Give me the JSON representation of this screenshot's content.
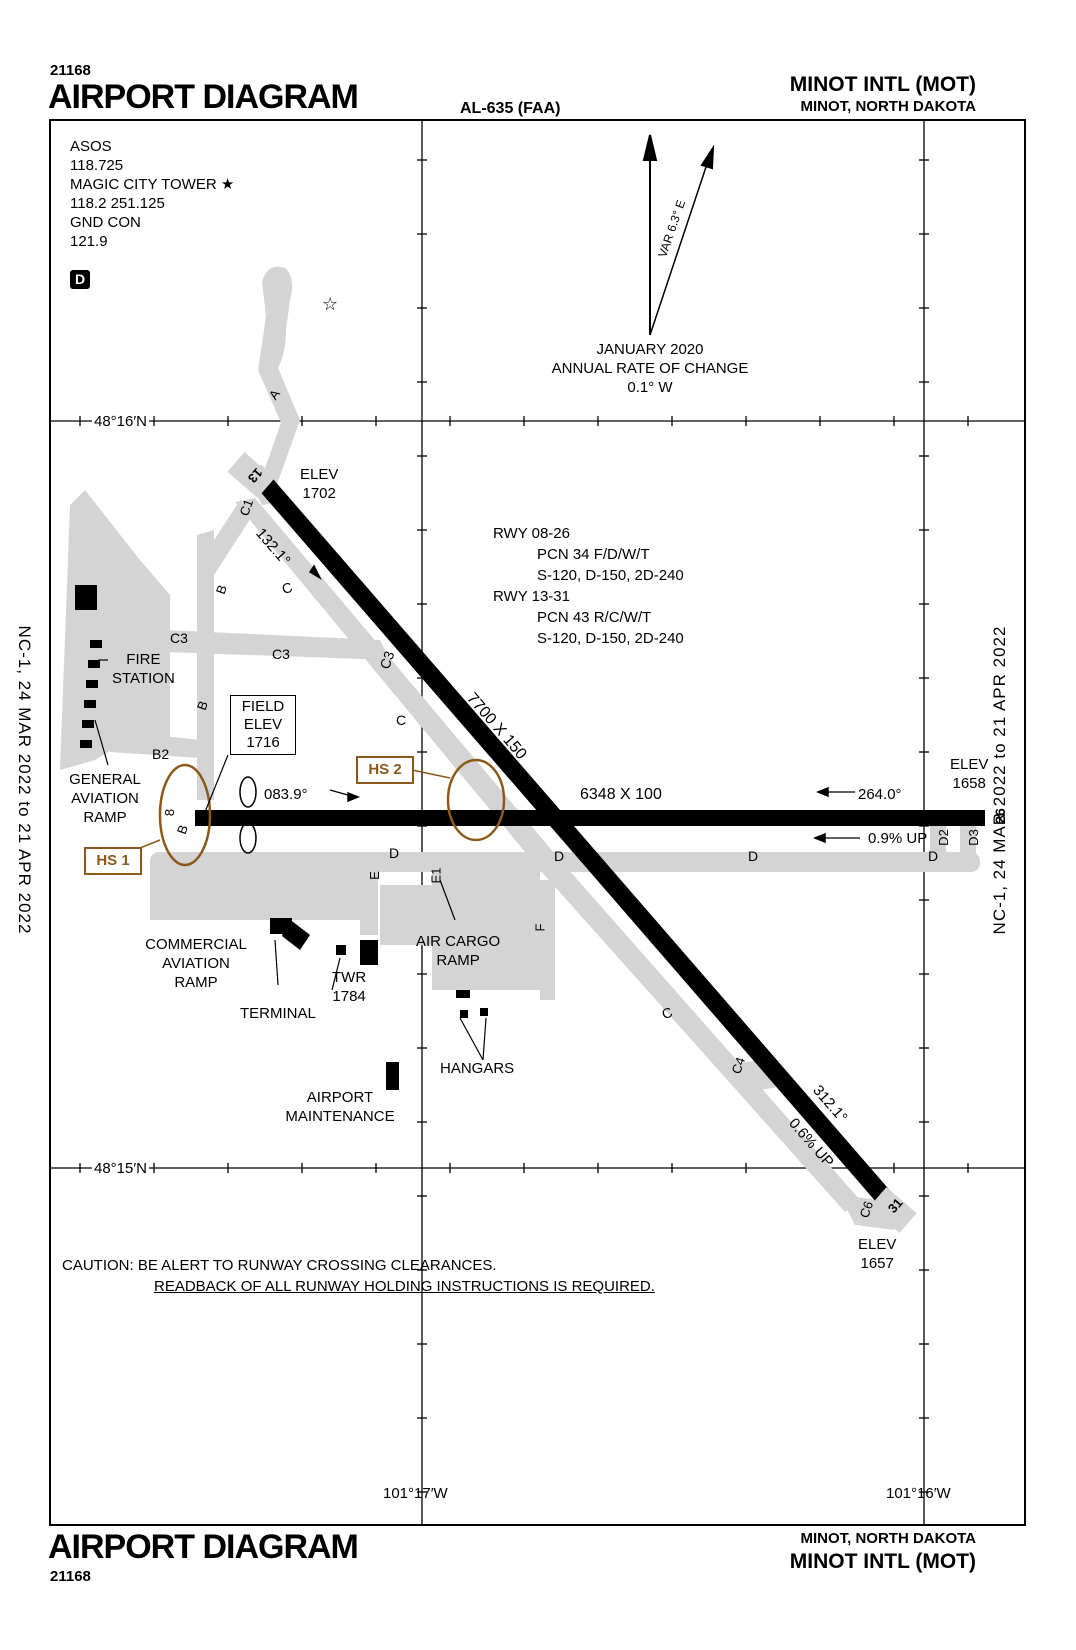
{
  "header": {
    "chart_code": "21168",
    "title": "AIRPORT DIAGRAM",
    "procedure_id": "AL-635 (FAA)",
    "airport_name": "MINOT INTL (MOT)",
    "location": "MINOT, NORTH DAKOTA"
  },
  "footer": {
    "chart_code": "21168",
    "title": "AIRPORT DIAGRAM",
    "airport_name": "MINOT INTL (MOT)",
    "location": "MINOT, NORTH DAKOTA"
  },
  "side_margin": {
    "left": "NC-1, 24 MAR 2022 to 21 APR 2022",
    "right": "NC-1, 24 MAR 2022 to 21 APR 2022"
  },
  "frequencies": {
    "asos_label": "ASOS",
    "asos_freq": "118.725",
    "tower_label": "MAGIC CITY TOWER ★",
    "tower_freq": "118.2 251.125",
    "gnd_label": "GND CON",
    "gnd_freq": "121.9",
    "d_symbol": "D"
  },
  "magnetic": {
    "var_label": "VAR 6.3° E",
    "date": "JANUARY 2020",
    "rate_label": "ANNUAL RATE OF CHANGE",
    "rate": "0.1° W"
  },
  "coordinates": {
    "lat_north": "48°16′N",
    "lat_south": "48°15′N",
    "lon_west": "101°17′W",
    "lon_east": "101°16′W"
  },
  "runways": {
    "rwy13": {
      "end_13": "13",
      "end_31": "31",
      "elev_label": "ELEV",
      "elev_13": "1702",
      "elev_31": "1657",
      "heading": "132.1°",
      "recip_heading": "312.1°",
      "dims": "7700 X 150",
      "gradient": "0.6% UP"
    },
    "rwy08": {
      "end_08": "8",
      "end_26": "26",
      "elev_26": "1658",
      "heading": "083.9°",
      "recip_heading": "264.0°",
      "dims": "6348 X 100",
      "gradient": "0.9% UP"
    }
  },
  "runway_info": {
    "rwy1_label": "RWY 08-26",
    "rwy1_pcn": "PCN 34 F/D/W/T",
    "rwy1_wt": "S-120, D-150, 2D-240",
    "rwy2_label": "RWY 13-31",
    "rwy2_pcn": "PCN 43 R/C/W/T",
    "rwy2_wt": "S-120, D-150, 2D-240"
  },
  "field_elev": {
    "line1": "FIELD",
    "line2": "ELEV",
    "value": "1716"
  },
  "hotspots": {
    "hs1": "HS 1",
    "hs2": "HS 2",
    "color": "#8B5A1B"
  },
  "taxiways": {
    "A": "A",
    "B": "B",
    "B2": "B2",
    "B8": "B",
    "B8b": "8",
    "C": "C",
    "C1": "C1",
    "C3": "C3",
    "C4": "C4",
    "C6": "C6",
    "D": "D",
    "D2": "D2",
    "D3": "D3",
    "E": "E",
    "E1": "E1",
    "F": "F"
  },
  "facilities": {
    "fire_station": [
      "FIRE",
      "STATION"
    ],
    "ga_ramp": [
      "GENERAL",
      "AVIATION",
      "RAMP"
    ],
    "comm_ramp": [
      "COMMERCIAL",
      "AVIATION",
      "RAMP"
    ],
    "terminal": "TERMINAL",
    "twr": [
      "TWR",
      "1784"
    ],
    "cargo": [
      "AIR CARGO",
      "RAMP"
    ],
    "hangars": "HANGARS",
    "maintenance": [
      "AIRPORT",
      "MAINTENANCE"
    ]
  },
  "caution": {
    "line1": "CAUTION: BE ALERT TO RUNWAY CROSSING CLEARANCES.",
    "line2": "READBACK OF ALL RUNWAY HOLDING INSTRUCTIONS IS REQUIRED."
  },
  "colors": {
    "pavement": "#d4d4d4",
    "runway": "#000000",
    "hotspot": "#8B5A1B"
  }
}
